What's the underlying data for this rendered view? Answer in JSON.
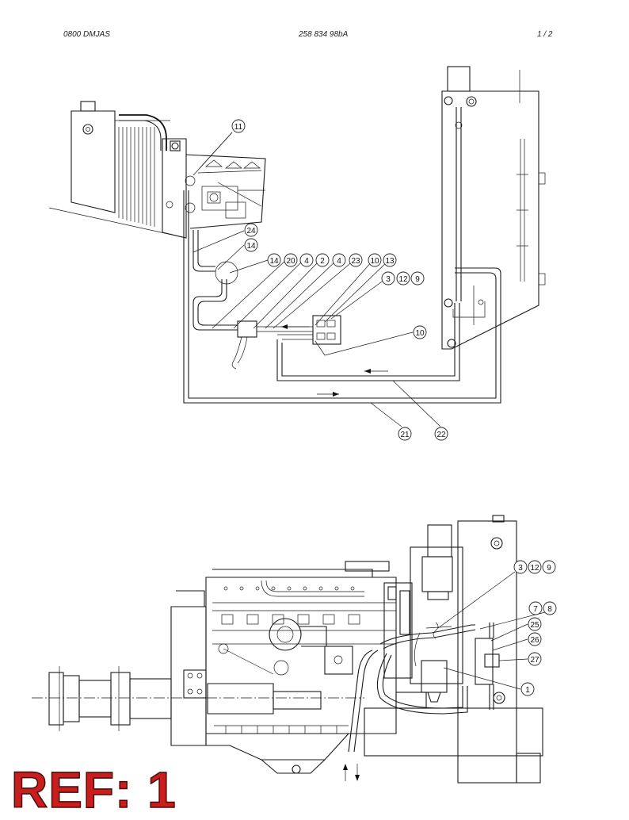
{
  "header": {
    "doc_code": "0800 DMJAS",
    "part_number": "258 834 98bA",
    "page": "1 /  2"
  },
  "diagram": {
    "top_callouts": [
      "11",
      "24",
      "14",
      "14",
      "20",
      "4",
      "2",
      "4",
      "23",
      "10",
      "13",
      "3",
      "12",
      "9",
      "10",
      "21",
      "22"
    ],
    "bottom_callouts": [
      "3",
      "12",
      "9",
      "7",
      "8",
      "25",
      "26",
      "27",
      "1"
    ]
  },
  "ref_label": "REF: 1"
}
